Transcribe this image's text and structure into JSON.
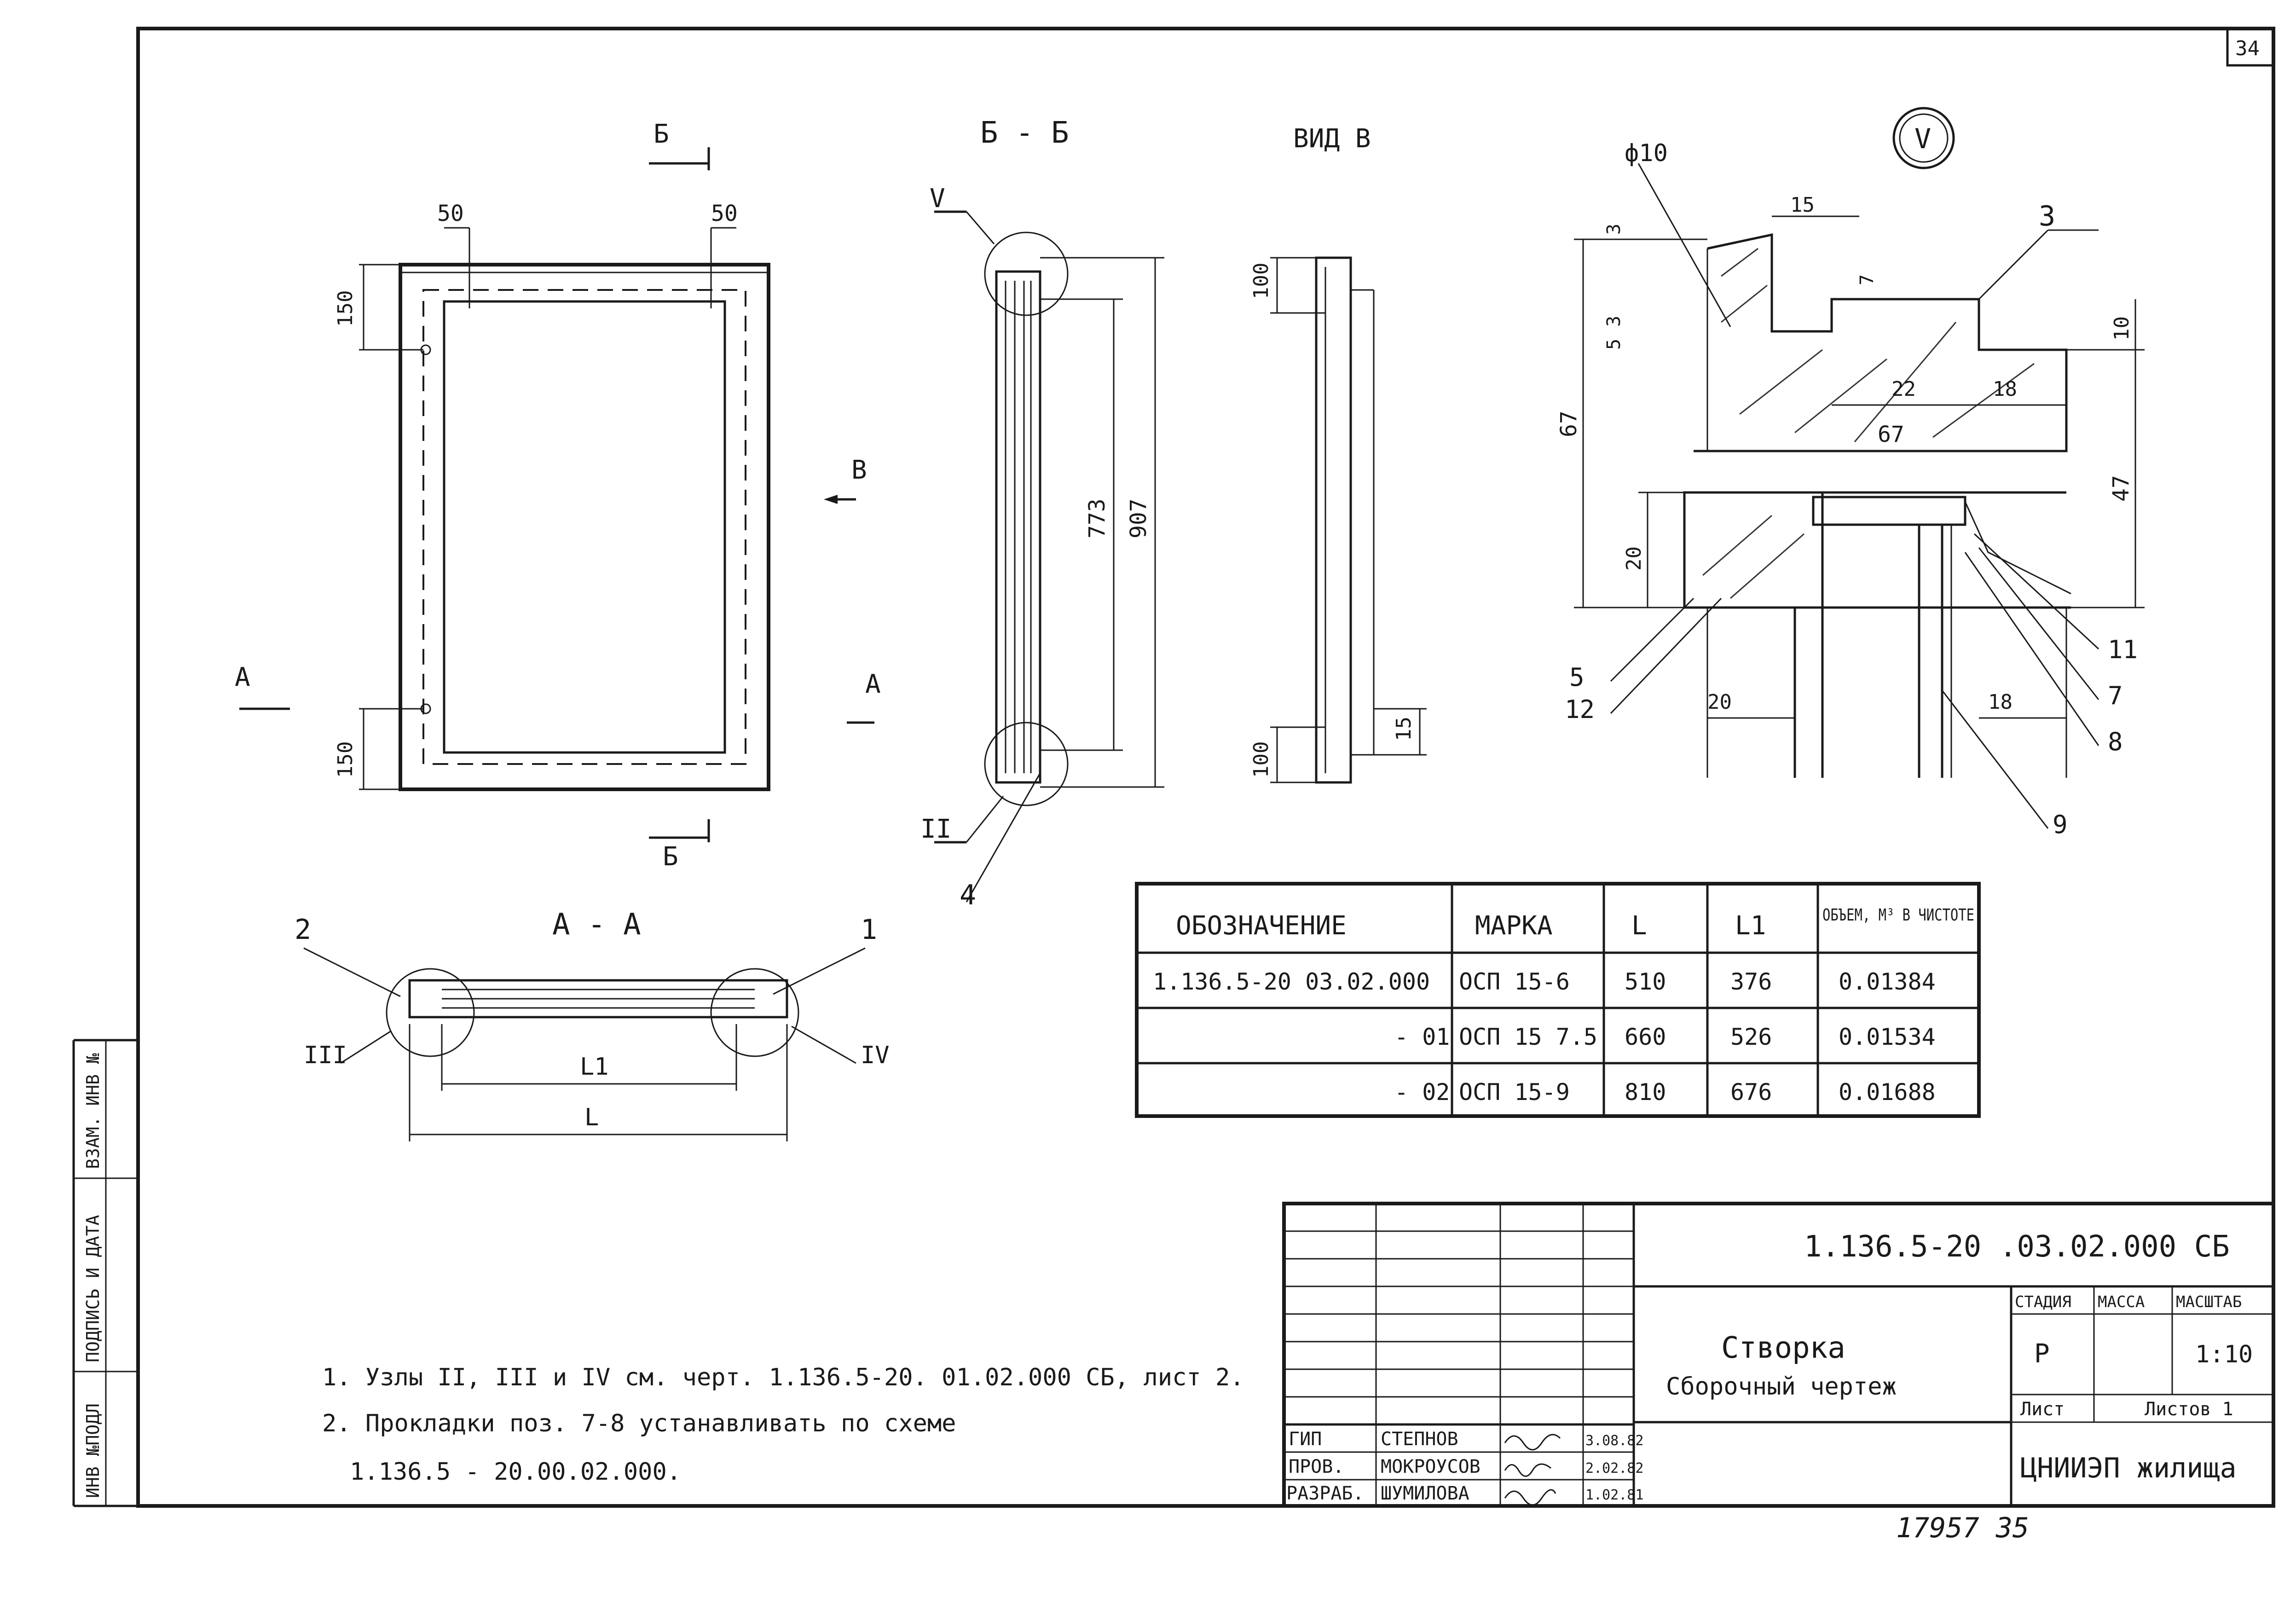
{
  "sheet": {
    "number": "34",
    "footer_numbers": "17957   35"
  },
  "views": {
    "plan": {
      "section_b_mark": "Б",
      "section_a_mark": "А",
      "dim_left": "50",
      "dim_right": "50",
      "dim_top_side": "150",
      "dim_bottom_side": "150"
    },
    "bb": {
      "title": "Б - Б",
      "node_top": "V",
      "node_bottom": "II",
      "dim_inner": "773",
      "dim_outer": "907",
      "callout": "4"
    },
    "view_v": {
      "title": "ВИД В",
      "arrow_label": "В",
      "dim_top": "100",
      "dim_bottom": "100",
      "dim_side": "15"
    },
    "aa": {
      "title": "А - А",
      "callout_left": "2",
      "callout_right": "1",
      "node_left": "III",
      "node_right": "IV",
      "dim_inner": "L1",
      "dim_outer": "L"
    },
    "detail_v": {
      "title": "V",
      "phi": "ф10",
      "dims": [
        "15",
        "3",
        "7",
        "5",
        "3",
        "67",
        "10",
        "22",
        "18",
        "67",
        "47",
        "20",
        "20",
        "18"
      ],
      "callouts": [
        "3",
        "11",
        "7",
        "8",
        "9",
        "5",
        "12"
      ]
    }
  },
  "spec_table": {
    "headers": {
      "designation": "ОБОЗНАЧЕНИЕ",
      "mark": "МАРКА",
      "l": "L",
      "l1": "L1",
      "volume": "ОБЪЕМ, М³ В ЧИСТОТЕ"
    },
    "rows": [
      {
        "designation": "1.136.5-20 03.02.000",
        "mark": "ОСП 15-6",
        "l": "510",
        "l1": "376",
        "volume": "0.01384"
      },
      {
        "designation": "- 01",
        "mark": "ОСП 15 7.5",
        "l": "660",
        "l1": "526",
        "volume": "0.01534"
      },
      {
        "designation": "- 02",
        "mark": "ОСП 15-9",
        "l": "810",
        "l1": "676",
        "volume": "0.01688"
      }
    ]
  },
  "notes": [
    "1. Узлы II, III и IV см. черт. 1.136.5-20. 01.02.000 СБ, лист 2.",
    "2. Прокладки поз. 7-8 устанавливать по схеме",
    "1.136.5 - 20.00.02.000."
  ],
  "title_block": {
    "code": "1.136.5-20 .03.02.000 СБ",
    "name_line1": "Створка",
    "name_line2": "Сборочный чертеж",
    "stage_label": "СТАДИЯ",
    "mass_label": "МАССА",
    "scale_label": "МАСШТАБ",
    "stage_value": "Р",
    "scale_value": "1:10",
    "sheet_label": "Лист",
    "sheets_label": "Листов 1",
    "org": "ЦНИИЭП жилища",
    "roles": [
      {
        "role": "ГИП",
        "name": "СТЕПНОВ",
        "date": "3.08.82"
      },
      {
        "role": "ПРОВ.",
        "name": "МОКРОУСОВ",
        "date": "2.02.82"
      },
      {
        "role": "РАЗРАБ.",
        "name": "ШУМИЛОВА",
        "date": "1.02.81"
      }
    ]
  },
  "side_stamp": {
    "cell1": "ИНВ №ПОДЛ",
    "cell2": "ПОДПИСЬ И ДАТА",
    "cell3": "ВЗАМ. ИНВ №"
  }
}
